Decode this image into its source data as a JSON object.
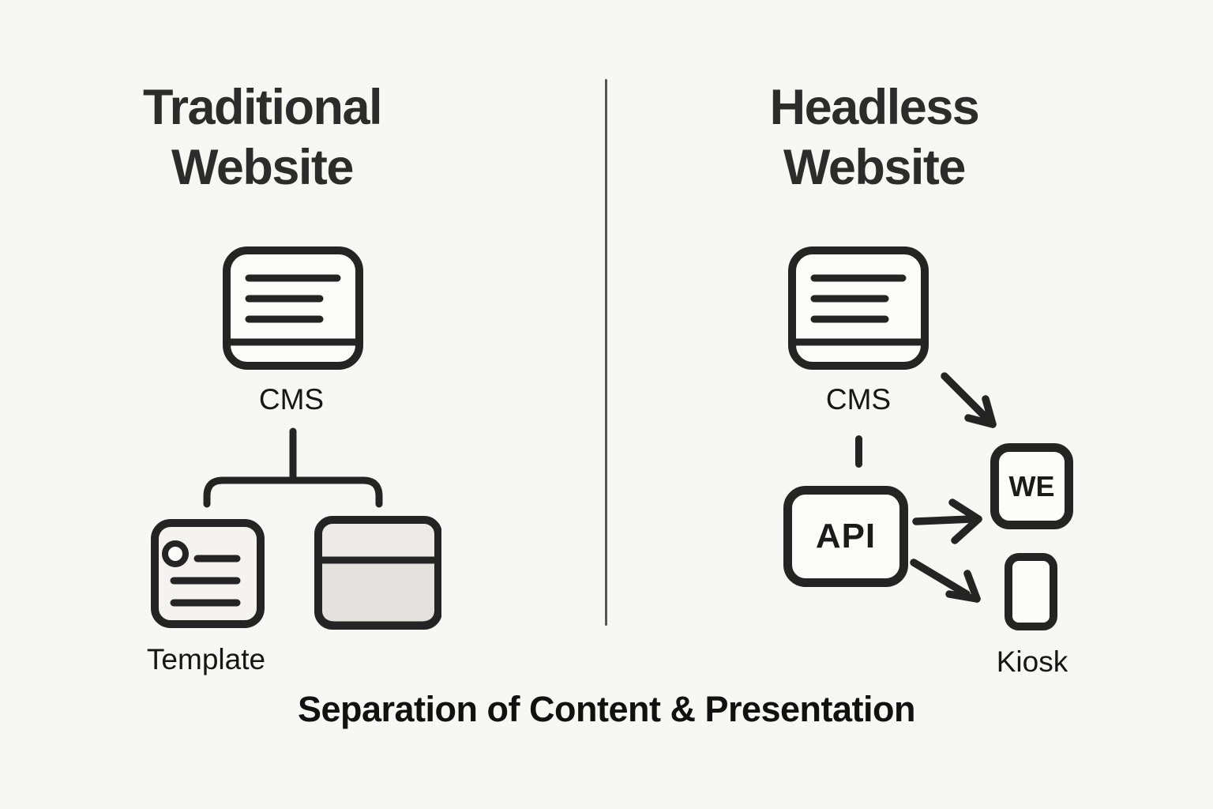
{
  "palette": {
    "background": "#f7f7f5",
    "ink": "#242424",
    "divider": "#565656",
    "node_fill": "#fcfcfb",
    "template_fill": "#f4f3f0",
    "browser_top_fill": "#ecebe8",
    "browser_body_fill": "#e3e2de"
  },
  "left": {
    "title_line1": "Traditional",
    "title_line2": "Website",
    "cms": {
      "label": "CMS",
      "icon": "cms-document-icon"
    },
    "connector": {
      "icon": "branch-connector-line"
    },
    "template": {
      "label": "Template",
      "icon": "template-card-icon"
    },
    "browser": {
      "icon": "browser-window-icon"
    }
  },
  "right": {
    "title_line1": "Headless",
    "title_line2": "Website",
    "cms": {
      "label": "CMS",
      "icon": "cms-document-icon"
    },
    "api": {
      "label": "API"
    },
    "web": {
      "label": "WE"
    },
    "kiosk": {
      "label": "Kiosk",
      "icon": "phone-kiosk-icon"
    },
    "arrows": [
      "cms-to-web",
      "api-to-web",
      "api-to-kiosk"
    ]
  },
  "caption": "Separation of Content & Presentation"
}
